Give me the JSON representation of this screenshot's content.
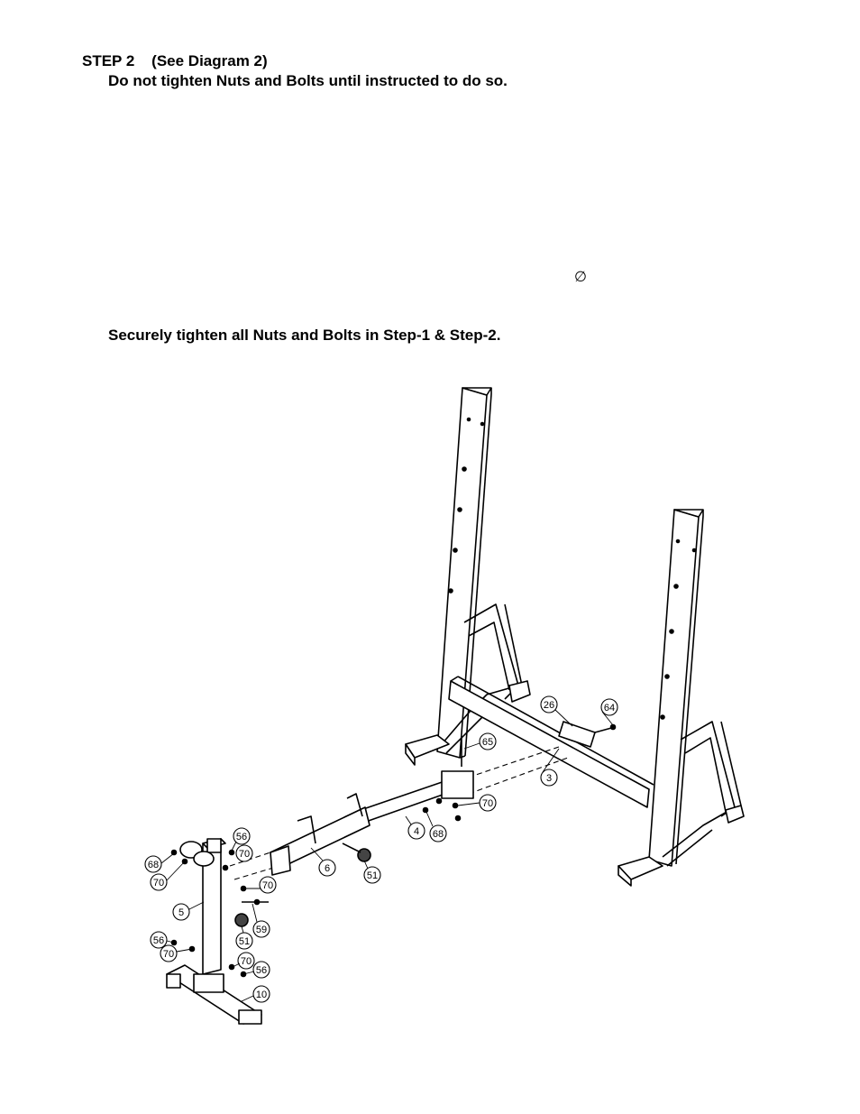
{
  "step": {
    "heading": "STEP 2    (See Diagram 2)",
    "instruction": "Do not tighten Nuts and Bolts until instructed to do so.",
    "diameter_symbol": "∅",
    "final_instruction": "Securely tighten all Nuts and Bolts in Step-1 & Step-2."
  },
  "diagram": {
    "callouts": [
      "26",
      "64",
      "65",
      "3",
      "70",
      "68",
      "4",
      "6",
      "51",
      "56",
      "70",
      "68",
      "70",
      "5",
      "70",
      "59",
      "51",
      "56",
      "70",
      "70",
      "56",
      "10"
    ]
  }
}
